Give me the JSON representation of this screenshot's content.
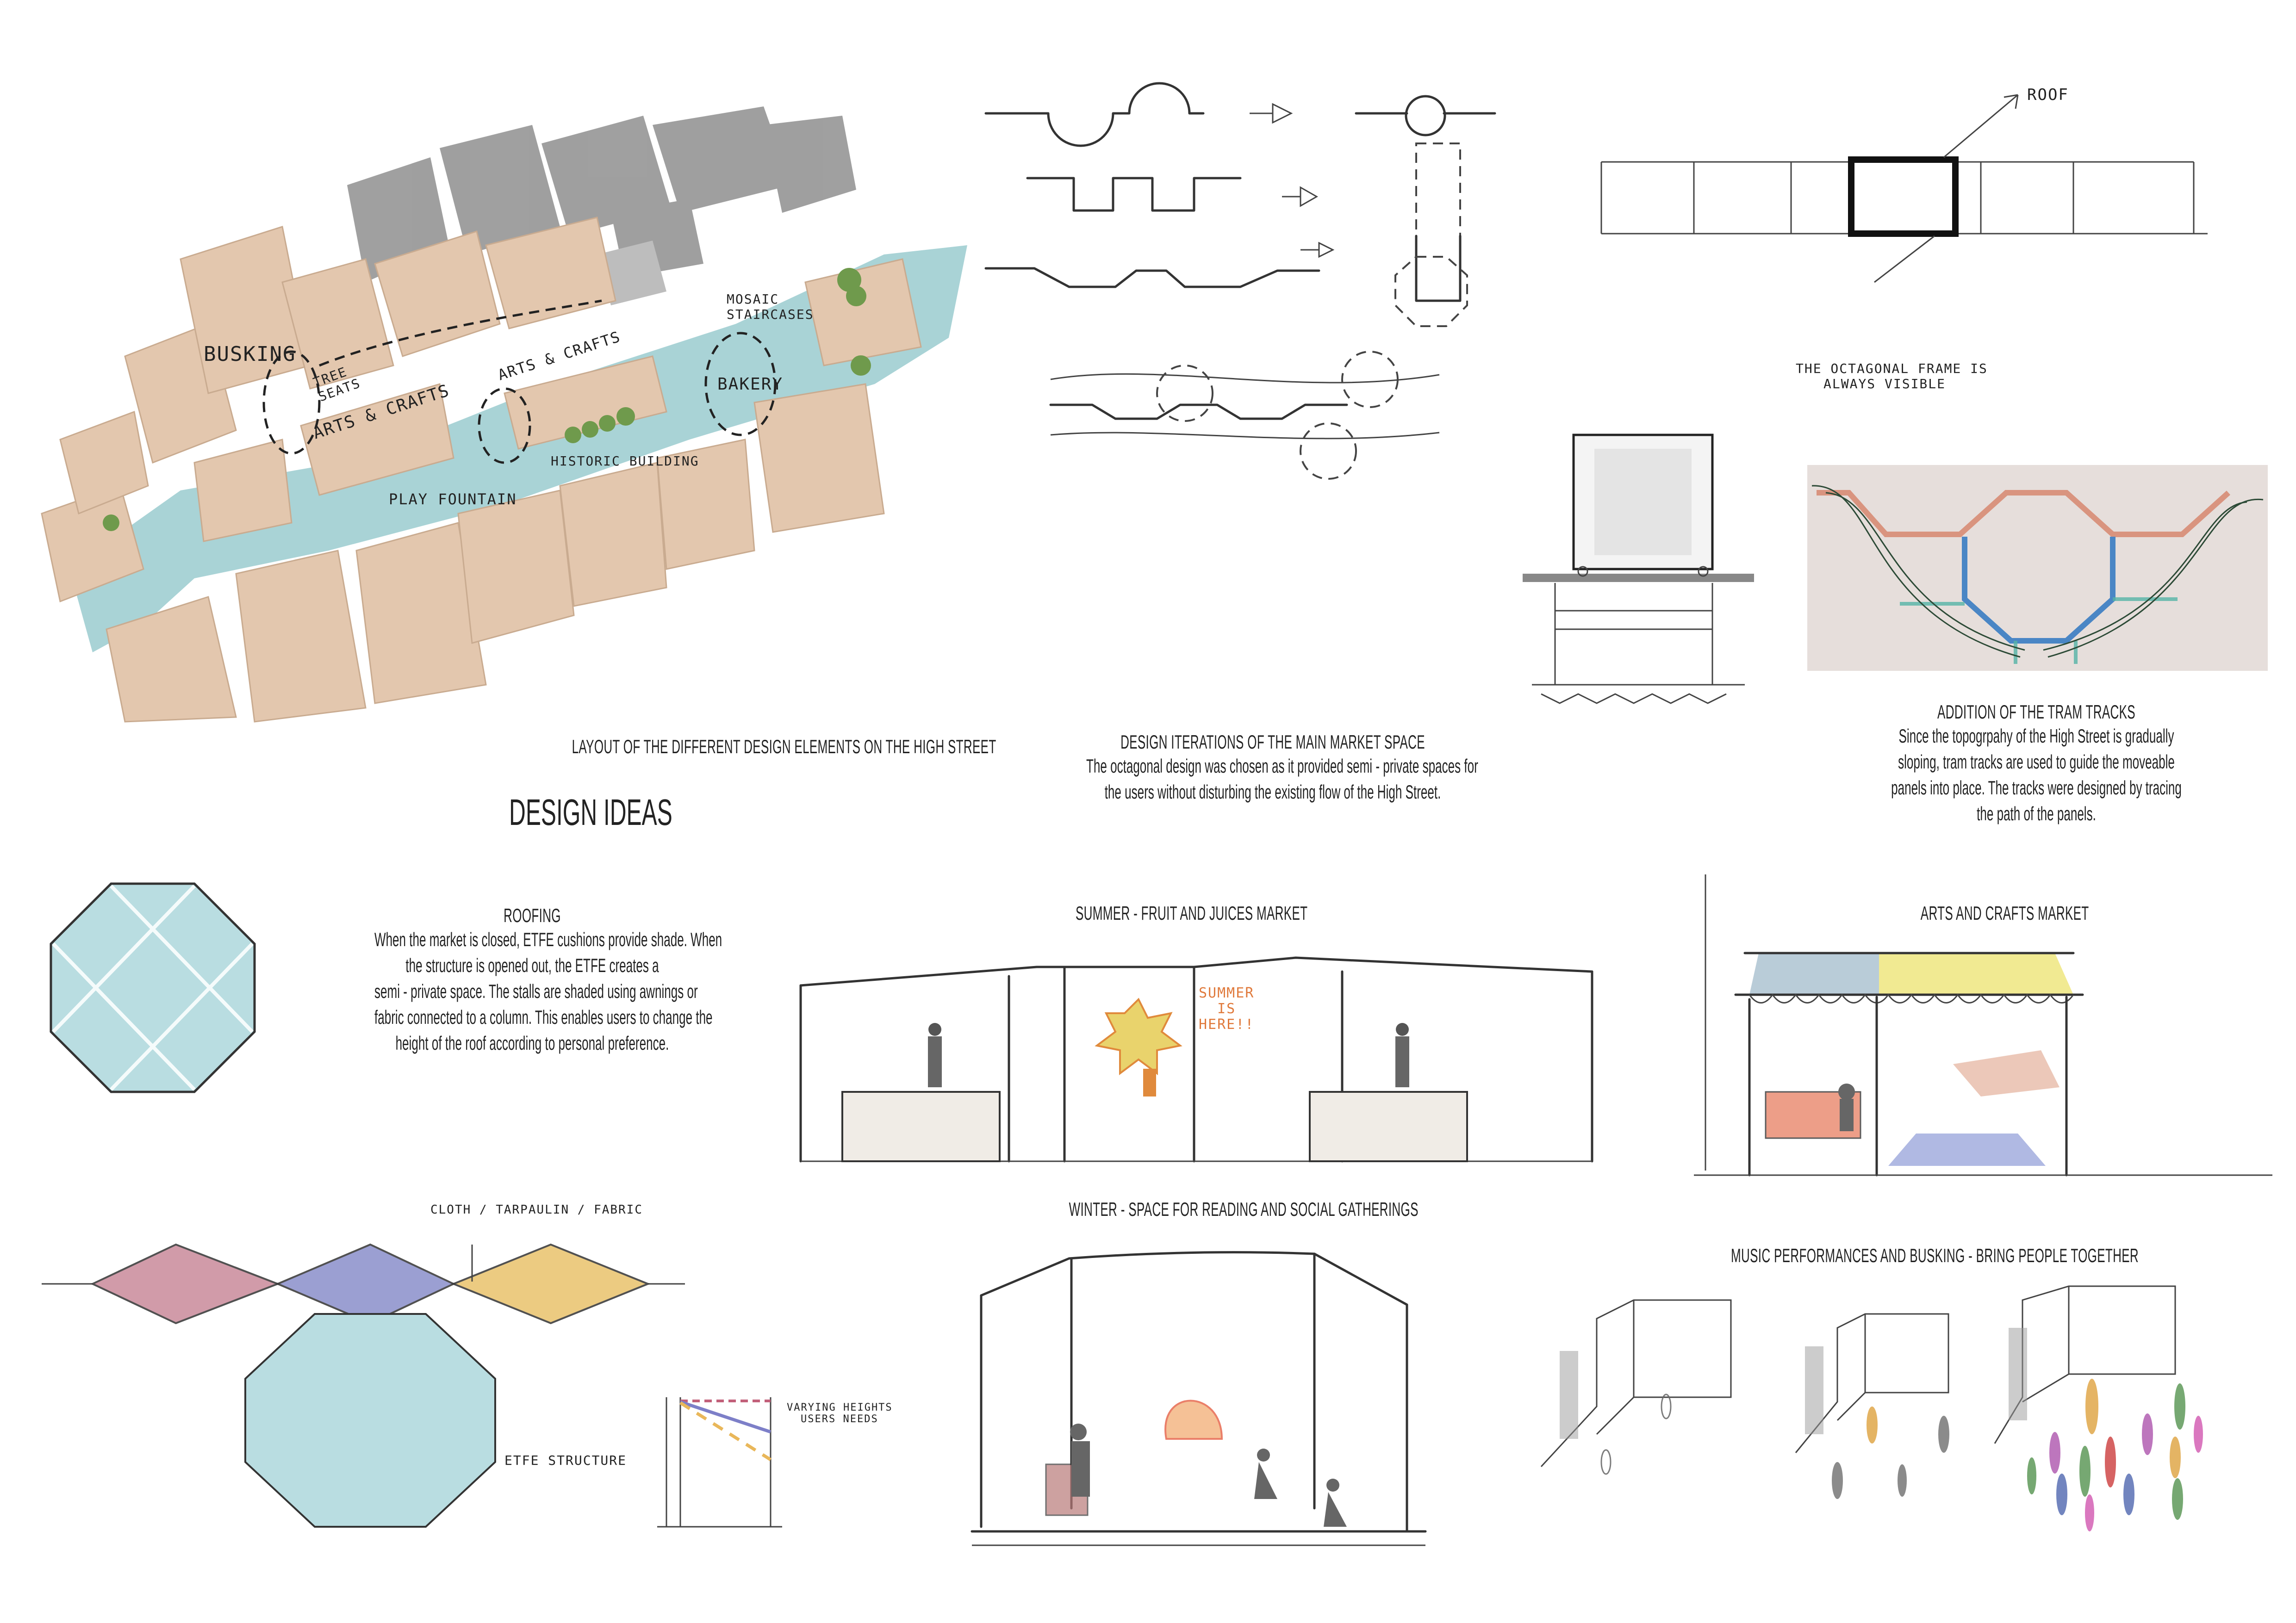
{
  "board": {
    "heading": "DESIGN IDEAS",
    "background": "#ffffff"
  },
  "site_plan": {
    "caption": "LAYOUT OF THE DIFFERENT DESIGN ELEMENTS ON THE HIGH STREET",
    "colors": {
      "street": "#a9d3d6",
      "buildings": "#e3c7ae",
      "context": "#8f8f8f",
      "trees": "#6f9a4c"
    },
    "labels": [
      {
        "id": "busking",
        "text": "BUSKING"
      },
      {
        "id": "tree-seats",
        "text": "TREE SEATS"
      },
      {
        "id": "arts-crafts-1",
        "text": "ARTS & CRAFTS"
      },
      {
        "id": "arts-crafts-2",
        "text": "ARTS & CRAFTS"
      },
      {
        "id": "mosaic-staircases",
        "text": "MOSAIC STAIRCASES"
      },
      {
        "id": "bakery",
        "text": "BAKERY"
      },
      {
        "id": "historic-building",
        "text": "HISTORIC BUILDING"
      },
      {
        "id": "play-fountain",
        "text": "PLAY FOUNTAIN"
      }
    ]
  },
  "iterations": {
    "title": "DESIGN ITERATIONS OF THE MAIN MARKET SPACE",
    "body": [
      "The octagonal design was chosen as it provided semi - private spaces for",
      "the users without disturbing the existing flow of the High Street."
    ],
    "rows": [
      {
        "from": "semicircle-wall",
        "to": "circle-plan"
      },
      {
        "from": "rectangular-wall",
        "to": "rectangle-plan"
      },
      {
        "from": "trapezoid-wall",
        "to": "octagon-plan"
      }
    ]
  },
  "elevation": {
    "roof_label": "ROOF",
    "frame_note": [
      "THE OCTAGONAL FRAME IS",
      "ALWAYS VISIBLE"
    ]
  },
  "tram_tracks": {
    "title": "ADDITION OF THE TRAM TRACKS",
    "body": [
      "Since the topogrpahy of the High Street is gradually",
      "sloping, tram tracks are used to guide the moveable",
      "panels into place. The tracks were designed by tracing",
      "the path of the panels."
    ],
    "colors": {
      "paper": "#e6dedb",
      "panel_top": "#d9947f",
      "panel_side": "#4a86c5",
      "track": "#55b3a6"
    }
  },
  "roofing": {
    "title": "ROOFING",
    "body": [
      "When the market is closed, ETFE cushions provide shade. When",
      "the structure is opened out, the ETFE creates a",
      "semi - private space. The stalls are shaded using awnings or",
      "fabric connected to a column. This enables users to change the",
      "height of the roof according to personal preference."
    ],
    "etfe_color": "#b9dde1",
    "fabric_label": "CLOTH / TARPAULIN / FABRIC",
    "etfe_label": "ETFE STRUCTURE",
    "fabric_colors": [
      "#c98a9b",
      "#8a8fcb",
      "#e9c26c"
    ],
    "heights_note": [
      "VARYING HEIGHTS",
      "USERS NEEDS"
    ]
  },
  "summer": {
    "title": "SUMMER - FRUIT AND JUICES MARKET",
    "poster_text": [
      "SUMMER",
      "IS",
      "HERE!!"
    ]
  },
  "arts": {
    "title": "ARTS AND CRAFTS MARKET",
    "awning_colors": [
      "#7fa2b8",
      "#e8dc4a"
    ]
  },
  "winter": {
    "title": "WINTER - SPACE FOR READING AND SOCIAL GATHERINGS"
  },
  "music": {
    "title": "MUSIC PERFORMANCES AND BUSKING - BRING PEOPLE TOGETHER",
    "people_colors": [
      "#e0a74a",
      "#5f9a5a",
      "#b25fb2",
      "#d04848",
      "#5a70b5",
      "#d461b5"
    ]
  }
}
